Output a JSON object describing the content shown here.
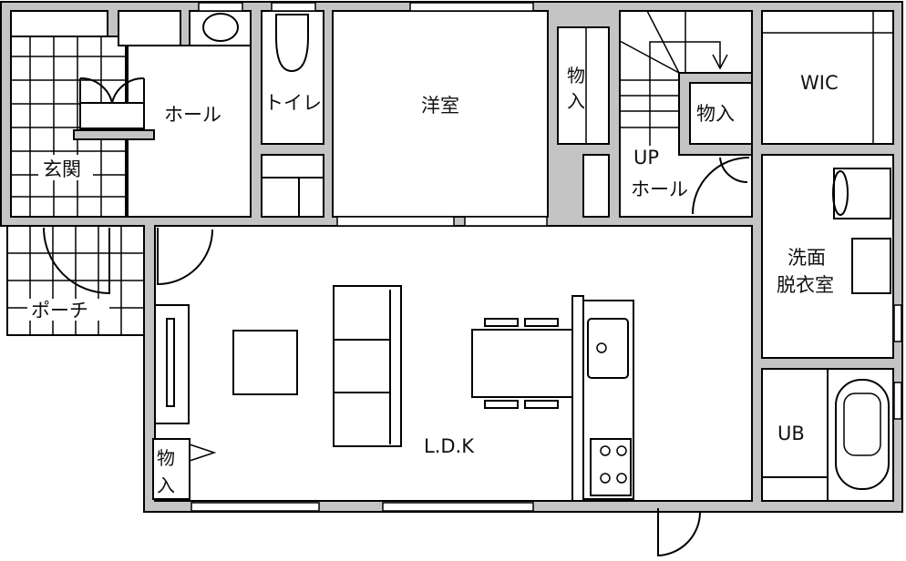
{
  "floor_plan": {
    "rooms": {
      "genkan": "玄関",
      "hall": "ホール",
      "toilet": "トイレ",
      "youshitsu": "洋室",
      "storage_vertical_char1": "物",
      "storage_vertical_char2": "入",
      "storage_small": "物入",
      "wic": "WIC",
      "up": "UP",
      "stair_hall": "ホール",
      "senmen_line1": "洗面",
      "senmen_line2": "脱衣室",
      "porch": "ポーチ",
      "ldk": "L.D.K",
      "ub": "UB",
      "storage_bottom_char1": "物",
      "storage_bottom_char2": "入"
    }
  }
}
